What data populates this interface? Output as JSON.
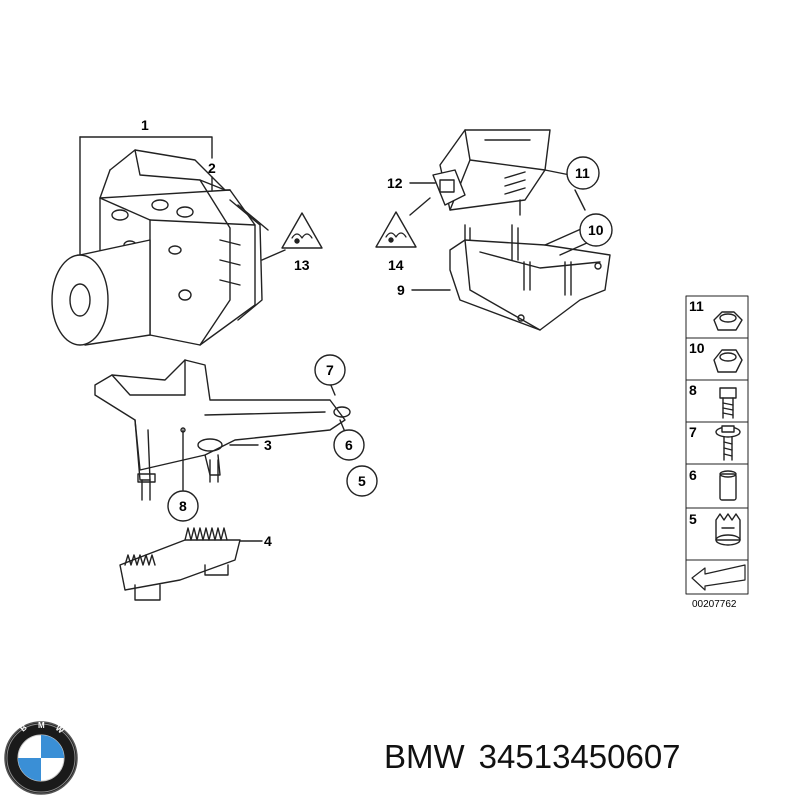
{
  "labels": {
    "p1": "1",
    "p2": "2",
    "p3": "3",
    "p4": "4",
    "p5": "5",
    "p6": "6",
    "p7": "7",
    "p8": "8",
    "p9": "9",
    "p10": "10",
    "p11": "11",
    "p12": "12",
    "p13": "13",
    "p14": "14"
  },
  "legend": {
    "items": [
      "11",
      "10",
      "8",
      "7",
      "6",
      "5"
    ],
    "code": "00207762"
  },
  "caption": {
    "brand": "BMW",
    "part_number": "34513450607"
  },
  "icons": {
    "logo": "bmw-roundel-logo",
    "warning": "warning-triangle-icon"
  }
}
